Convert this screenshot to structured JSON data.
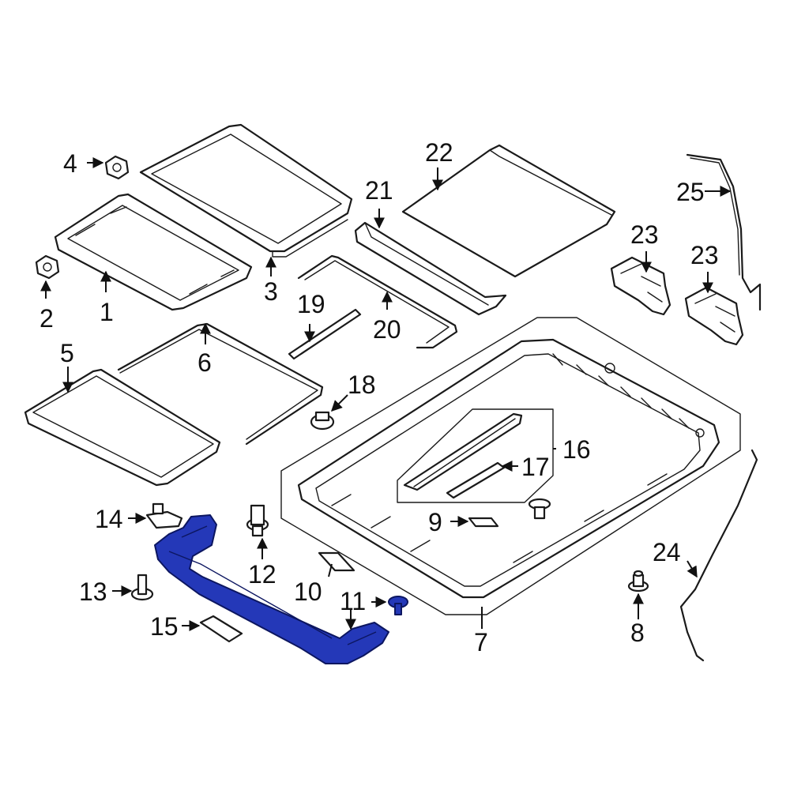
{
  "diagram": {
    "callouts": {
      "c1": "1",
      "c2": "2",
      "c3": "3",
      "c4": "4",
      "c5": "5",
      "c6": "6",
      "c7": "7",
      "c8": "8",
      "c9": "9",
      "c10": "10",
      "c11": "11",
      "c12": "12",
      "c13": "13",
      "c14": "14",
      "c15": "15",
      "c16": "16",
      "c17": "17",
      "c18": "18",
      "c19": "19",
      "c20": "20",
      "c21": "21",
      "c22": "22",
      "c23a": "23",
      "c23b": "23",
      "c24": "24",
      "c25": "25"
    },
    "highlighted_part": "15",
    "colors": {
      "line": "#1a1a1a",
      "highlight": "#2438b8",
      "background": "#ffffff"
    }
  }
}
